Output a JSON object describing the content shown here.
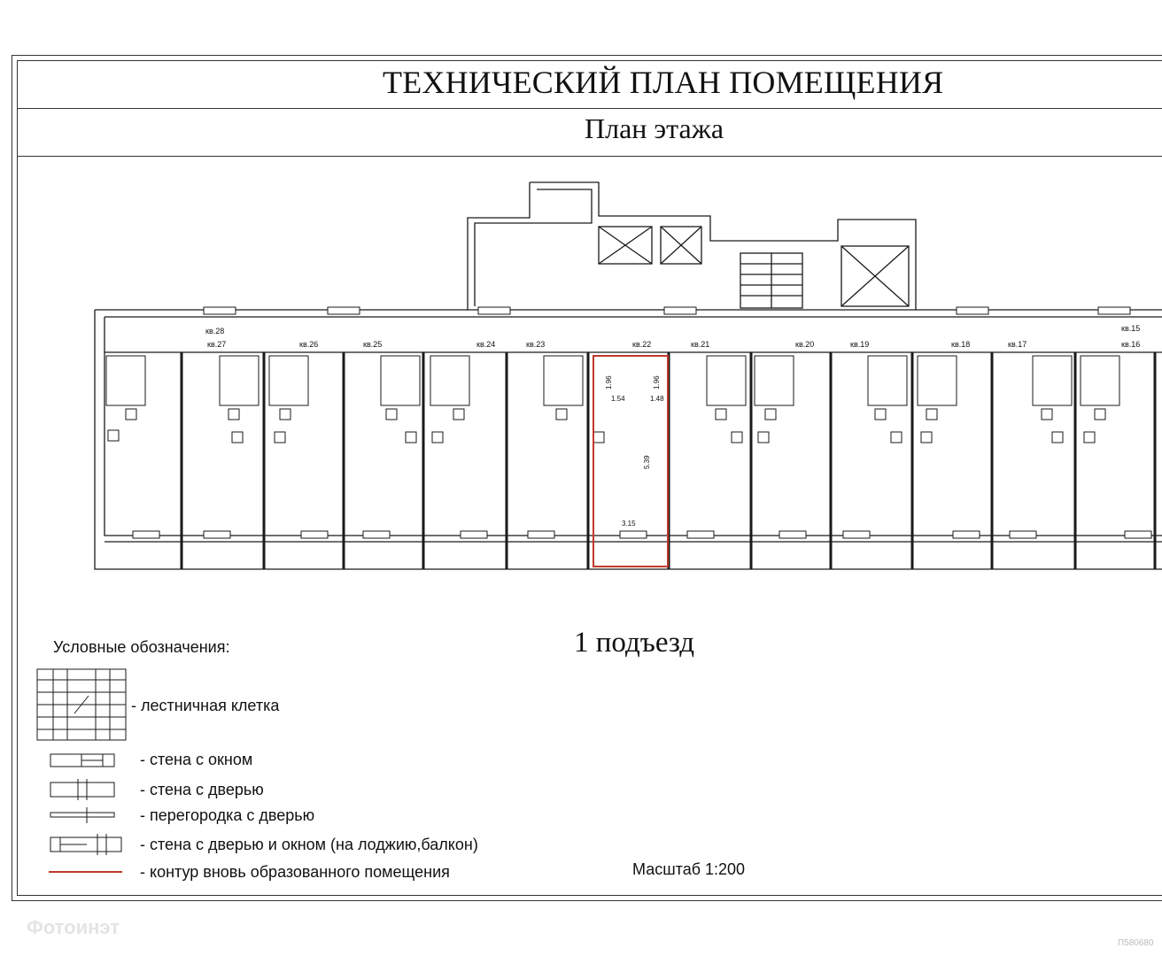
{
  "header": {
    "title": "ТЕХНИЧЕСКИЙ ПЛАН ПОМЕЩЕНИЯ",
    "subtitle": "План этажа"
  },
  "plan": {
    "entrance_label": "1 подъезд",
    "apartment_labels": [
      "кв.28",
      "кв.27",
      "кв.26",
      "кв.25",
      "кв.24",
      "кв.23",
      "кв.22",
      "кв.21",
      "кв.20",
      "кв.19",
      "кв.18",
      "кв.17",
      "кв.15",
      "кв.16"
    ],
    "dimensions": [
      "1.96",
      "1.96",
      "1.54",
      "1.48",
      "5.39",
      "3.15"
    ],
    "highlight_color": "#c0392b",
    "line_color": "#1a1a1a"
  },
  "legend": {
    "title": "Условные обозначения:",
    "items": [
      {
        "icon": "stairwell-symbol",
        "label": "- лестничная клетка"
      },
      {
        "icon": "wall-window-symbol",
        "label": "- стена с окном"
      },
      {
        "icon": "wall-door-symbol",
        "label": "- стена с дверью"
      },
      {
        "icon": "partition-door-symbol",
        "label": "- перегородка с дверью"
      },
      {
        "icon": "wall-door-window-symbol",
        "label": "- стена с дверью и окном (на лоджию,балкон)"
      },
      {
        "icon": "red-contour-symbol",
        "label": "- контур вновь образованного помещения"
      }
    ]
  },
  "scale": "Масштаб 1:200",
  "watermark": {
    "text": "Фотоинэт",
    "code": "П580680"
  }
}
